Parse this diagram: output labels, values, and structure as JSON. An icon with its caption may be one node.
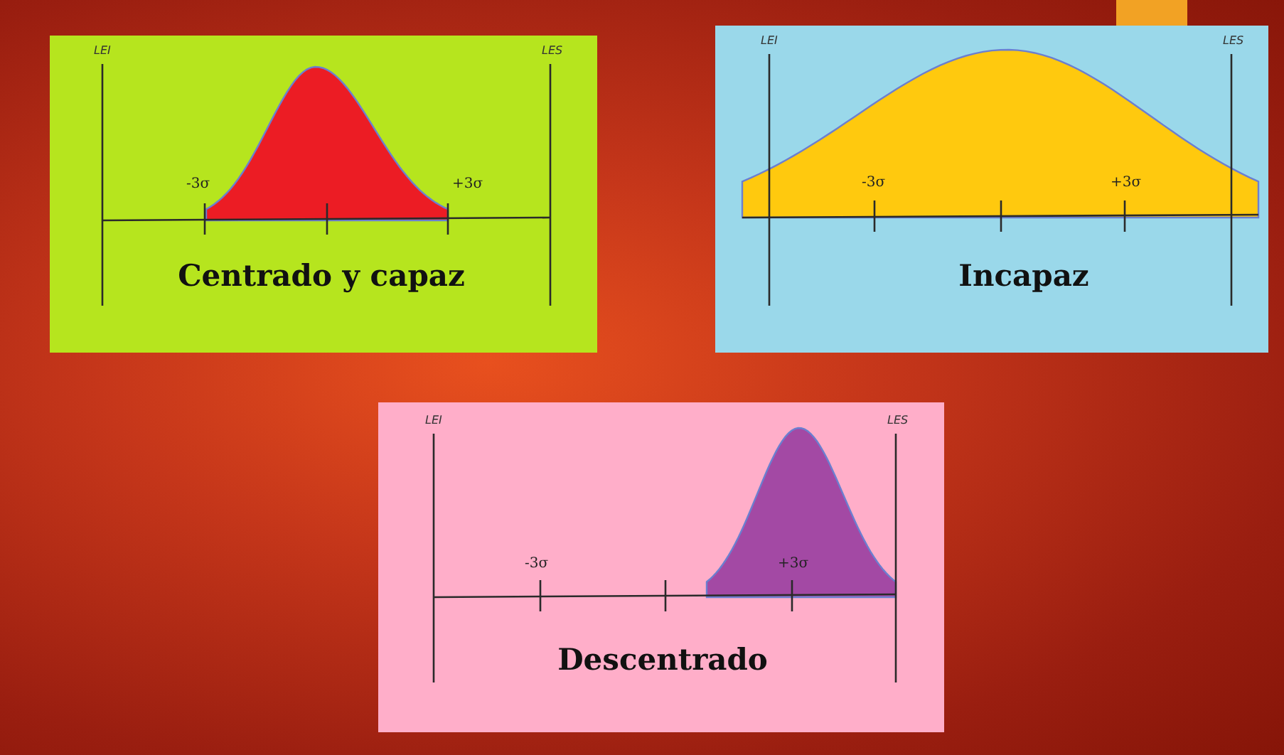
{
  "diagram": {
    "nodes": [
      {
        "text": [
          "LEI",
          "LES",
          "-3σ",
          "+3σ",
          "Centrado y capaz"
        ]
      },
      {
        "text": [
          "LEI",
          "LES",
          "-3σ",
          "+3σ",
          "Incapaz"
        ]
      },
      {
        "text": [
          "LEI",
          "LES",
          "-3σ",
          "+3σ",
          "Descentrado"
        ]
      }
    ]
  }
}
